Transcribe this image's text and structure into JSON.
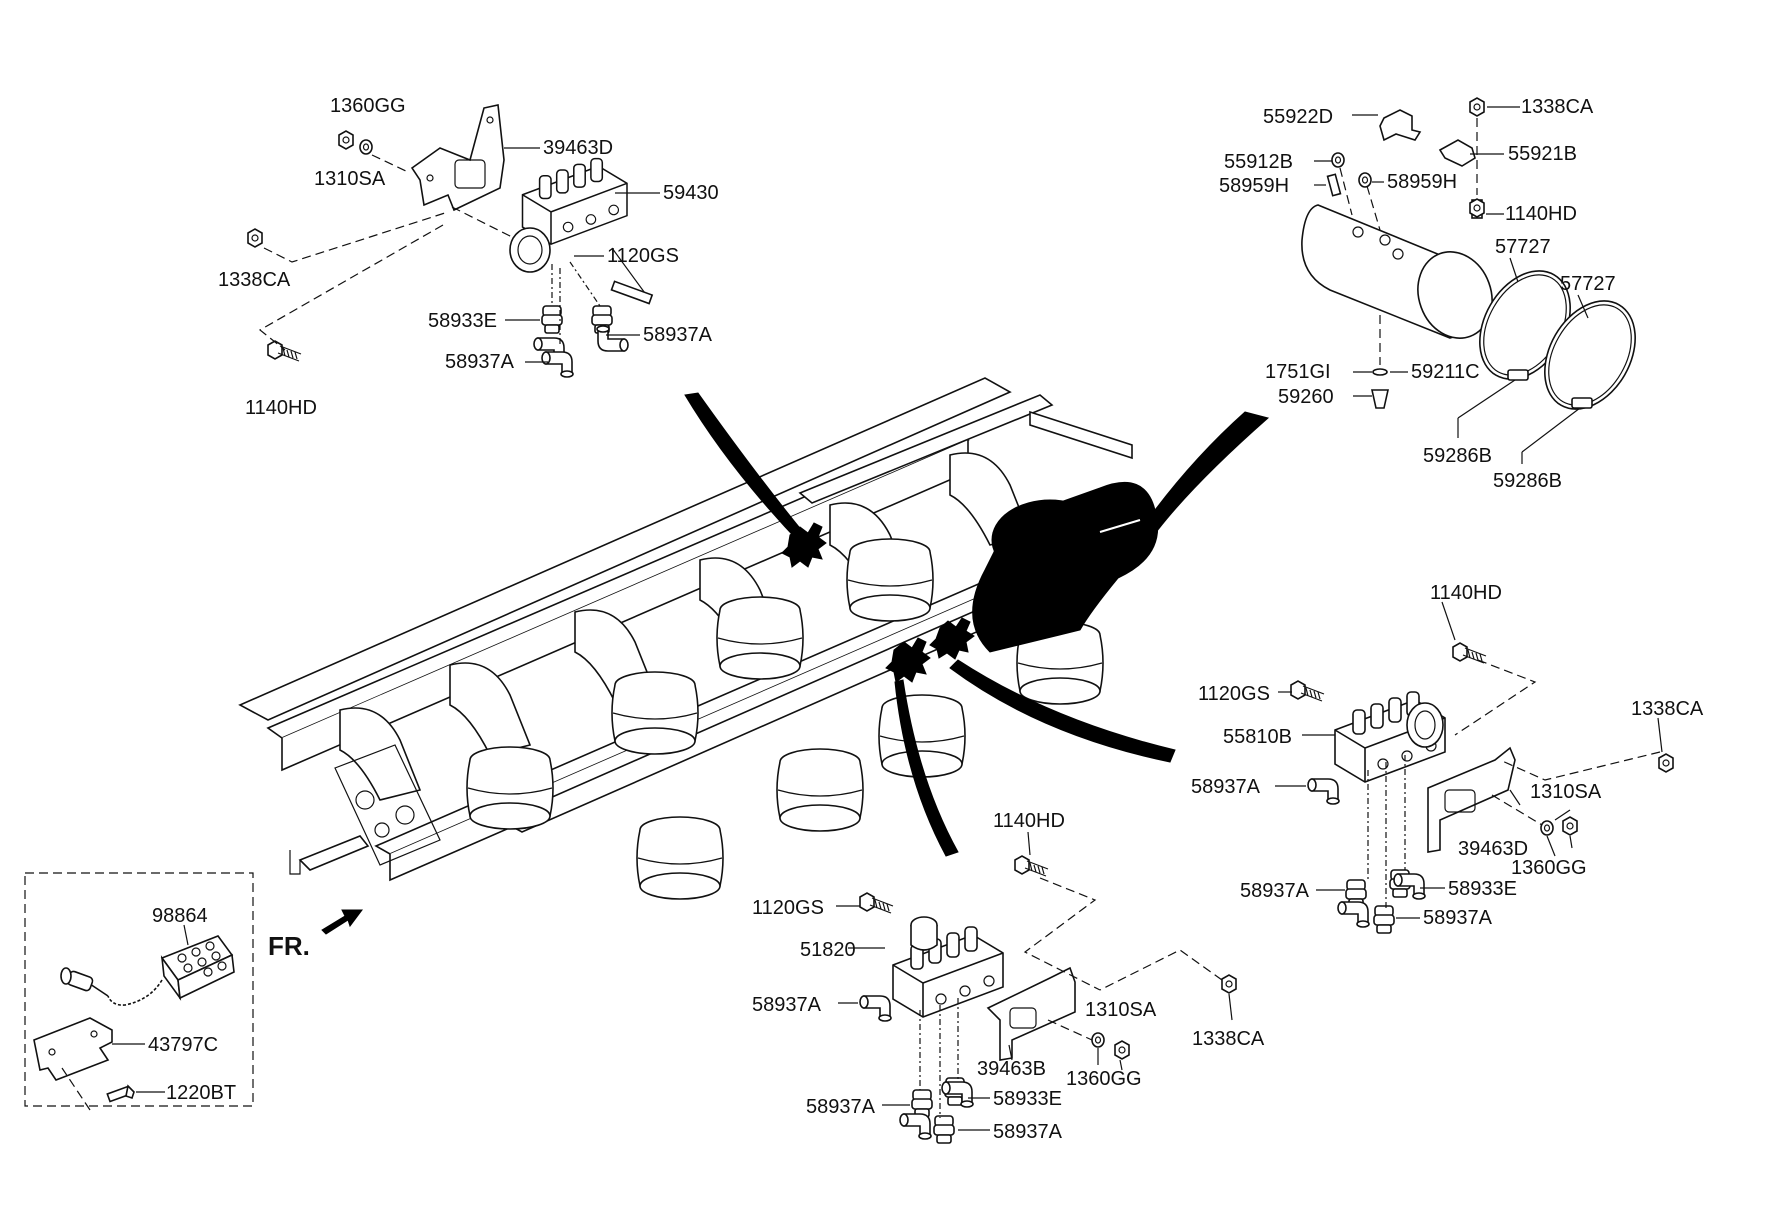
{
  "labels": {
    "tl_1360gg": "1360GG",
    "tl_39463d": "39463D",
    "tl_1310sa": "1310SA",
    "tl_59430": "59430",
    "tl_1338ca": "1338CA",
    "tl_1120gs": "1120GS",
    "tl_58933e": "58933E",
    "tl_58937a_1": "58937A",
    "tl_58937a_2": "58937A",
    "tl_1140hd": "1140HD",
    "tr_55922d": "55922D",
    "tr_1338ca": "1338CA",
    "tr_55912b": "55912B",
    "tr_55921b": "55921B",
    "tr_58959h_1": "58959H",
    "tr_58959h_2": "58959H",
    "tr_1140hd": "1140HD",
    "tr_57727_1": "57727",
    "tr_57727_2": "57727",
    "tr_1751gi": "1751GI",
    "tr_59211c": "59211C",
    "tr_59260": "59260",
    "tr_59286b_1": "59286B",
    "tr_59286b_2": "59286B",
    "mr_1140hd": "1140HD",
    "mr_1120gs": "1120GS",
    "mr_1338ca": "1338CA",
    "mr_55810b": "55810B",
    "mr_1310sa": "1310SA",
    "mr_58937a_1": "58937A",
    "mr_39463d": "39463D",
    "mr_1360gg": "1360GG",
    "mr_58937a_2": "58937A",
    "mr_58933e": "58933E",
    "mr_58937a_3": "58937A",
    "bc_1140hd": "1140HD",
    "bc_1120gs": "1120GS",
    "bc_51820": "51820",
    "bc_58937a_1": "58937A",
    "bc_1310sa": "1310SA",
    "bc_1338ca": "1338CA",
    "bc_39463b": "39463B",
    "bc_1360gg": "1360GG",
    "bc_58937a_2": "58937A",
    "bc_58933e": "58933E",
    "bc_58937a_3": "58937A",
    "bl_98864": "98864",
    "bl_43797c": "43797C",
    "bl_1220bt": "1220BT",
    "fr": "FR."
  }
}
